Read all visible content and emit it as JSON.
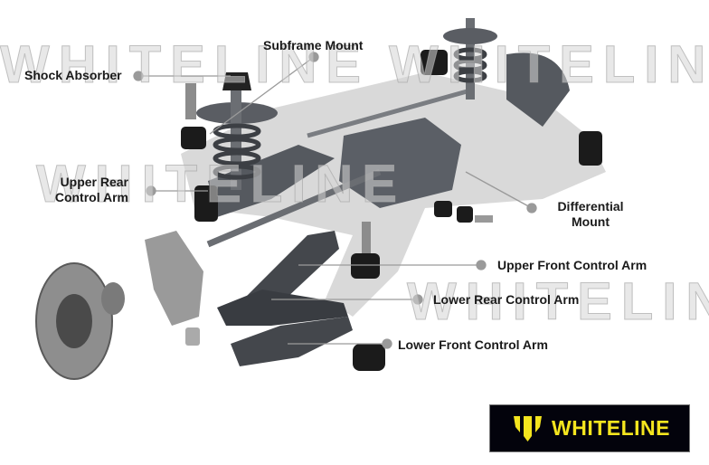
{
  "watermark_text": "WHITELINE",
  "labels": {
    "subframe_mount": "Subframe Mount",
    "shock_absorber": "Shock Absorber",
    "upper_rear_control_arm_1": "Upper Rear",
    "upper_rear_control_arm_2": "Control Arm",
    "differential_mount_1": "Differential",
    "differential_mount_2": "Mount",
    "upper_front_control_arm": "Upper Front Control Arm",
    "lower_rear_control_arm": "Lower Rear Control Arm",
    "lower_front_control_arm": "Lower Front Control Arm"
  },
  "logo": {
    "text": "WHITELINE",
    "bg_color": "#03030c",
    "fg_color": "#f4e51e"
  },
  "colors": {
    "leader": "#9a9a9a",
    "part_dark": "#3a3d42",
    "subframe": "#c9c9c9"
  }
}
